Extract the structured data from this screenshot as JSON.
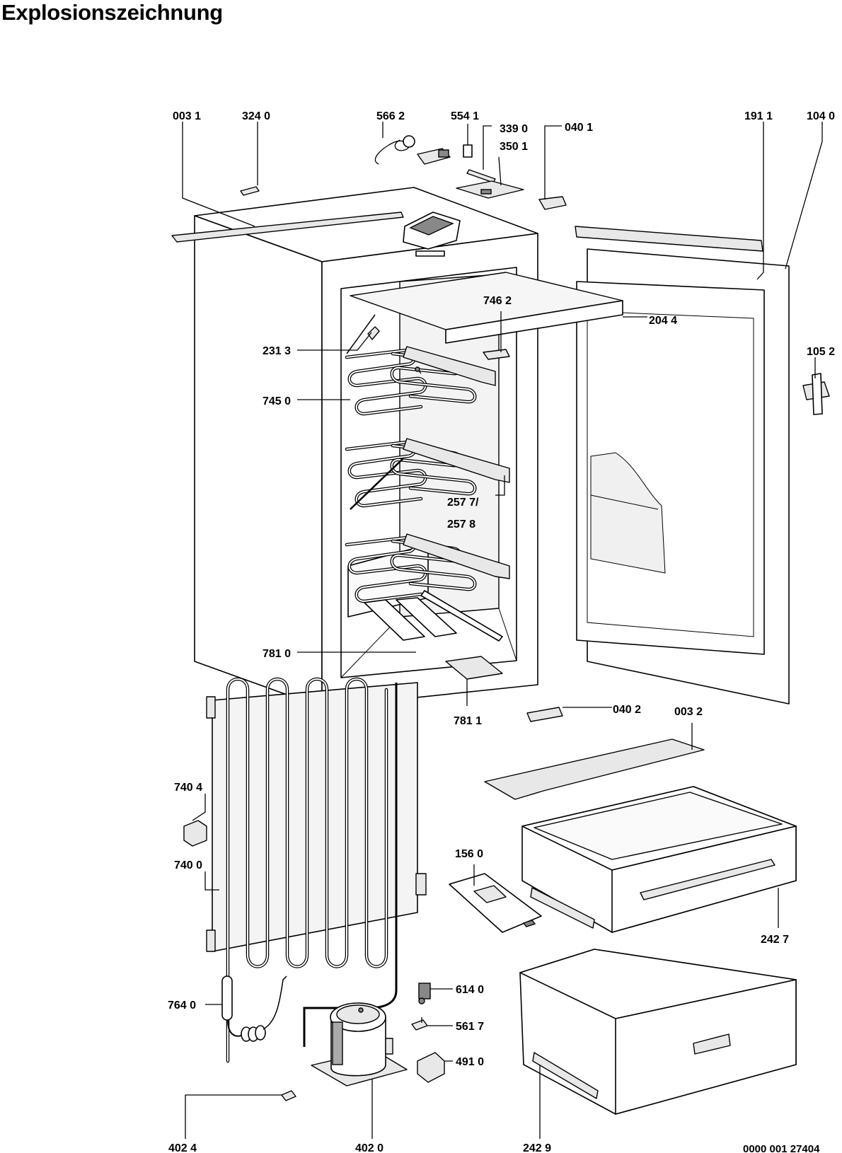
{
  "title": "Explosionszeichnung",
  "document_number": "0000 001 27404",
  "labels": {
    "l0031": "003 1",
    "l3240": "324 0",
    "l5662": "566 2",
    "l5541": "554 1",
    "l3390": "339 0",
    "l3501": "350 1",
    "l0401": "040 1",
    "l1911": "191 1",
    "l1040": "104 0",
    "l7462": "746 2",
    "l2044": "204 4",
    "l2313": "231 3",
    "l1052": "105 2",
    "l7450": "745 0",
    "l2577": "257 7/",
    "l2578": "257 8",
    "l7810": "781 0",
    "l7811": "781 1",
    "l0402": "040 2",
    "l0032": "003 2",
    "l7404": "740 4",
    "l7400": "740 0",
    "l1560": "156 0",
    "l2427": "242 7",
    "l6140": "614 0",
    "l7640": "764 0",
    "l5617": "561 7",
    "l4910": "491 0",
    "l4024": "402 4",
    "l4020": "402 0",
    "l2429": "242 9"
  }
}
